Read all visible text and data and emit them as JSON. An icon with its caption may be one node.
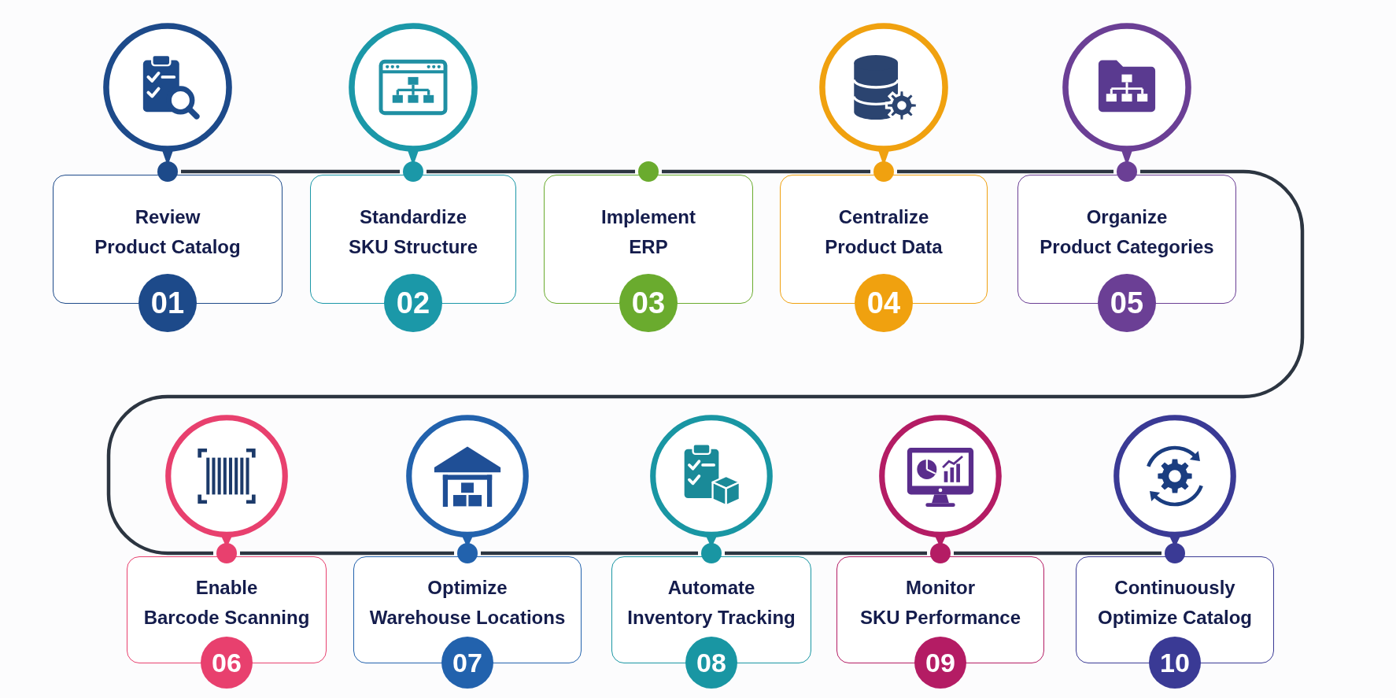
{
  "diagram": {
    "nodes": [
      {
        "text": [
          "Review Product Catalog",
          "01"
        ]
      },
      {
        "text": [
          "Standardize SKU Structure",
          "02"
        ]
      },
      {
        "text": [
          "Implement ERP",
          "03"
        ]
      },
      {
        "text": [
          "Centralize Product Data",
          "04"
        ]
      },
      {
        "text": [
          "Organize Product Categories",
          "05"
        ]
      },
      {
        "text": [
          "Enable Barcode Scanning",
          "06"
        ]
      },
      {
        "text": [
          "Optimize Warehouse Locations",
          "07"
        ]
      },
      {
        "text": [
          "Automate Inventory Tracking",
          "08"
        ]
      },
      {
        "text": [
          "Monitor SKU Performance",
          "09"
        ]
      },
      {
        "text": [
          "Continuously Optimize Catalog",
          "10"
        ]
      }
    ],
    "edges": [
      {
        "from": 0,
        "to": 1,
        "arrow": "none"
      },
      {
        "from": 1,
        "to": 2,
        "arrow": "none"
      },
      {
        "from": 2,
        "to": 3,
        "arrow": "none"
      },
      {
        "from": 3,
        "to": 4,
        "arrow": "none"
      },
      {
        "from": 4,
        "to": 5,
        "arrow": "none"
      },
      {
        "from": 5,
        "to": 6,
        "arrow": "none"
      },
      {
        "from": 6,
        "to": 7,
        "arrow": "none"
      },
      {
        "from": 7,
        "to": 8,
        "arrow": "none"
      },
      {
        "from": 8,
        "to": 9,
        "arrow": "none"
      }
    ]
  }
}
